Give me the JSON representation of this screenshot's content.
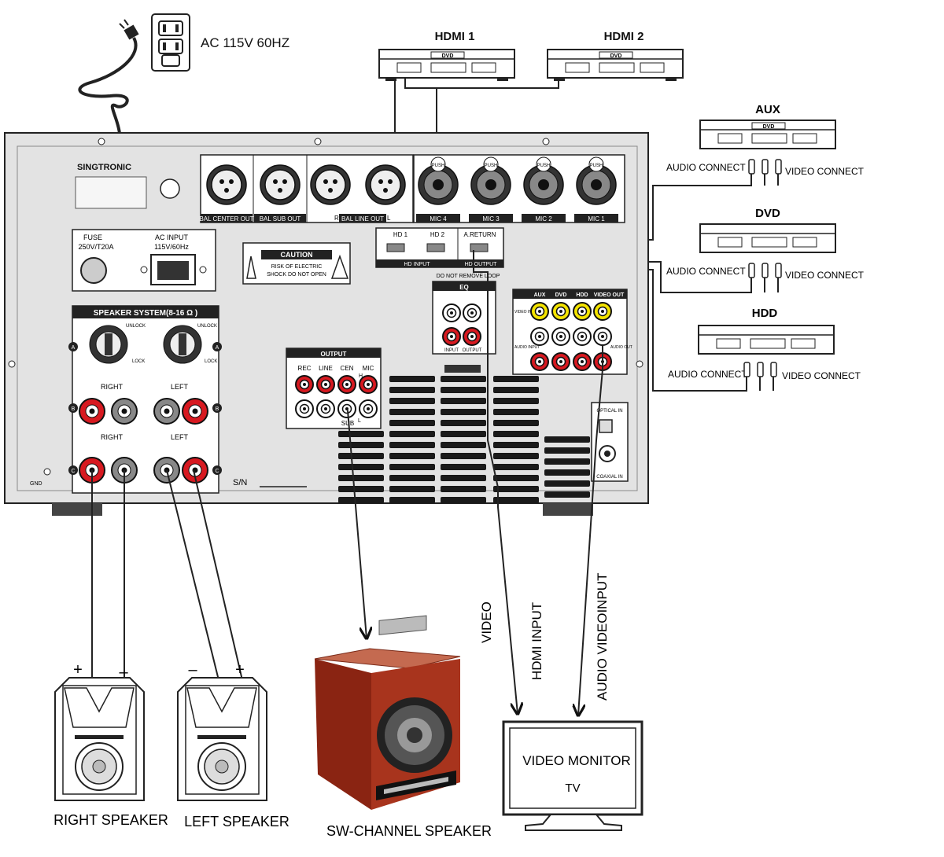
{
  "power": {
    "label": "AC 115V 60HZ"
  },
  "devices": {
    "hdmi1": {
      "label": "HDMI 1",
      "badge": "DVD"
    },
    "hdmi2": {
      "label": "HDMI 2",
      "badge": "DVD"
    },
    "aux": {
      "label": "AUX",
      "badge": "DVD",
      "audio": "AUDIO CONNECT",
      "video": "VIDEO CONNECT"
    },
    "dvd": {
      "label": "DVD",
      "audio": "AUDIO CONNECT",
      "video": "VIDEO CONNECT"
    },
    "hdd": {
      "label": "HDD",
      "audio": "AUDIO CONNECT",
      "video": "VIDEO CONNECT"
    }
  },
  "panel": {
    "brand": "SINGTRONIC",
    "fuse": {
      "title": "FUSE",
      "rating": "250V/T20A"
    },
    "ac_input": {
      "title": "AC INPUT",
      "rating": "115V/60Hz"
    },
    "caution": {
      "title": "CAUTION",
      "line1": "RISK OF ELECTRIC",
      "line2": "SHOCK DO NOT OPEN"
    },
    "xlr": [
      "BAL CENTER OUT",
      "BAL SUB OUT",
      "BAL LINE OUT"
    ],
    "xlr_lr": {
      "r": "R",
      "l": "L"
    },
    "mics": [
      "MIC 4",
      "MIC 3",
      "MIC 2",
      "MIC 1"
    ],
    "push": "PUSH",
    "hdmi_ports": {
      "hd1": "HD 1",
      "hd2": "HD 2",
      "areturn": "A.RETURN",
      "input": "HD INPUT",
      "output": "HD OUTPUT"
    },
    "eq": {
      "note": "DO NOT REMOVE LOOP",
      "title": "EQ",
      "input": "INPUT",
      "output": "OUTPUT"
    },
    "av": {
      "cols": [
        "AUX",
        "DVD",
        "HDD",
        "VIDEO OUT"
      ],
      "video_input": "VIDEO INPUT",
      "audio_input": "AUDIO INPUT",
      "audio_out": "AUDIO OUT"
    },
    "output": {
      "title": "OUTPUT",
      "cols": [
        "REC",
        "LINE",
        "CEN",
        "MIC"
      ],
      "sub": "SUB",
      "h": "H",
      "l": "L"
    },
    "speaker": {
      "title": "SPEAKER SYSTEM(8-16 Ω )",
      "unlock": "UNLOCK",
      "lock": "LOCK",
      "right": "RIGHT",
      "left": "LEFT",
      "rows": [
        "A",
        "B",
        "C"
      ]
    },
    "optical": "OPTICAL IN",
    "coaxial": "COAXIAL IN",
    "gnd": "GND",
    "sn": "S/N"
  },
  "connections": {
    "video": "VIDEO",
    "hdmi_input": "HDMI INPUT",
    "audio_video": "AUDIO VIDEOINPUT"
  },
  "speakers": {
    "right": "RIGHT SPEAKER",
    "left": "LEFT SPEAKER",
    "plus": "+",
    "minus": "–"
  },
  "subwoofer": {
    "label": "SW-CHANNEL SPEAKER"
  },
  "monitor": {
    "line1": "VIDEO MONITOR",
    "line2": "TV"
  }
}
